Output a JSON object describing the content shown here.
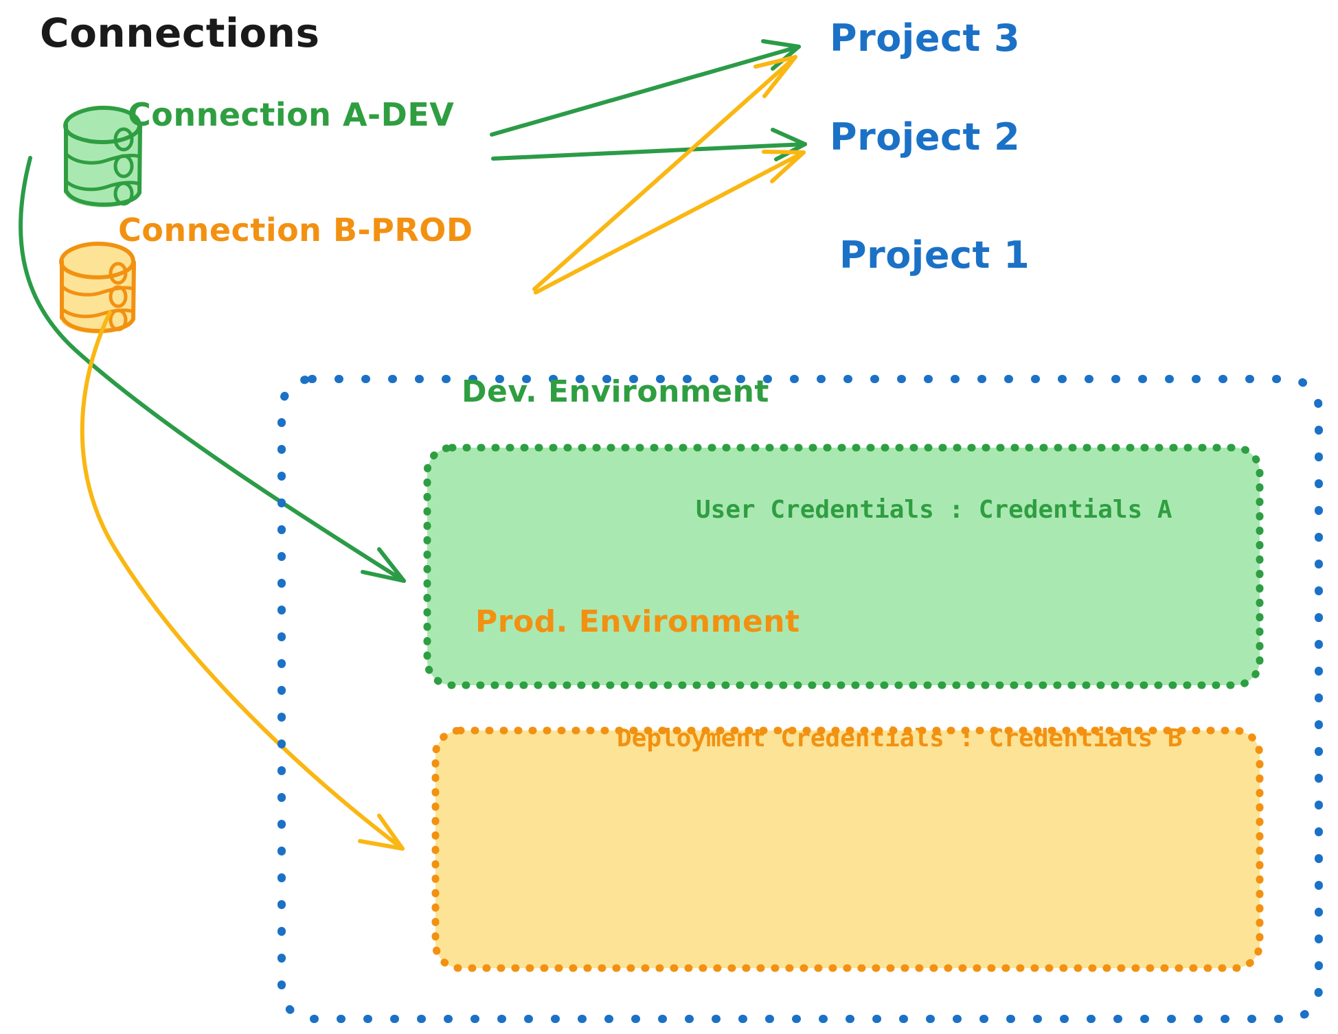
{
  "title": "Connections",
  "colors": {
    "green_stroke": "#2F9E41",
    "green_fill": "#AAE8B2",
    "orange_stroke": "#F29111",
    "orange_fill": "#FCE396",
    "blue": "#1B71C6",
    "black": "#1a1a1a",
    "background": "#ffffff"
  },
  "connections": [
    {
      "label": "Connection A-DEV",
      "icon": "database-cylinder-icon",
      "color": "#2F9E41",
      "targets": [
        "Project 3",
        "Project 2",
        "Dev. Environment"
      ]
    },
    {
      "label": "Connection B-PROD",
      "icon": "database-cylinder-icon",
      "color": "#F29111",
      "targets": [
        "Project 3",
        "Project 2",
        "Prod. Environment"
      ]
    }
  ],
  "projects": [
    {
      "label": "Project 3"
    },
    {
      "label": "Project 2"
    },
    {
      "label": "Project 1"
    }
  ],
  "project_container": {
    "label": "Project 1",
    "border_style": "dotted",
    "border_color": "#1B71C6",
    "environments": [
      {
        "name": "Dev. Environment",
        "border_color": "#2F9E41",
        "fill_color": "#AAE8B2",
        "credentials_label": "User Credentials : Credentials A"
      },
      {
        "name": "Prod. Environment",
        "border_color": "#F29111",
        "fill_color": "#FCE396",
        "credentials_label": "Deployment Credentials : Credentials B"
      }
    ]
  }
}
